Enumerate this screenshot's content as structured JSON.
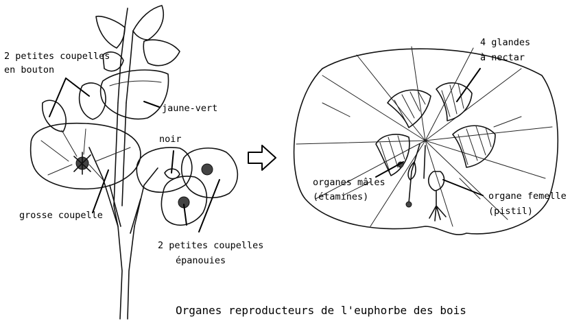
{
  "caption": "Organes reproducteurs de l'euphorbe des bois",
  "left_labels": {
    "bud_line1": "2 petites coupelles",
    "bud_line2": "en bouton",
    "yellow_green": "jaune-vert",
    "black": "noir",
    "big_cup": "grosse coupelle",
    "open_line1": "2 petites coupelles",
    "open_line2": "épanouies"
  },
  "right_labels": {
    "glands_line1": "4 glandes",
    "glands_line2": "à nectar",
    "male_line1": "organes mâles",
    "male_line2": "(étamines)",
    "female_line1": "organe femelle",
    "female_line2": "(pistil)"
  },
  "icons": {
    "arrow": "hollow-right-arrow-icon"
  }
}
